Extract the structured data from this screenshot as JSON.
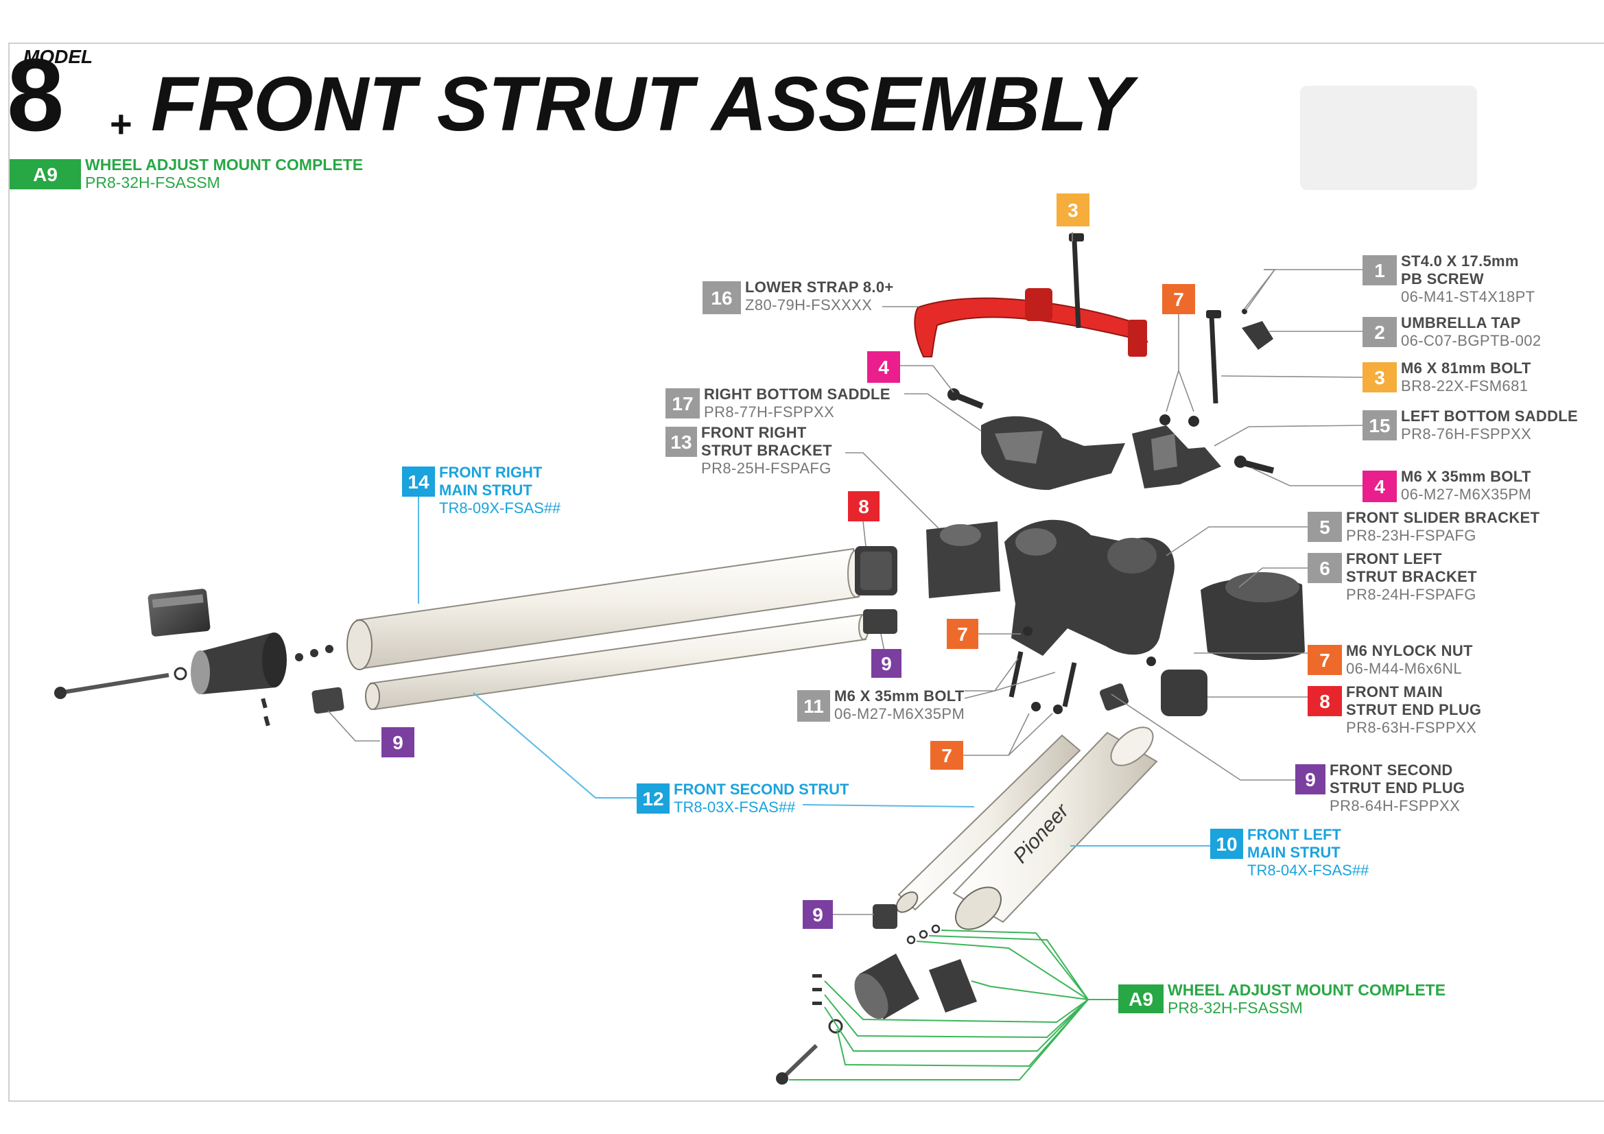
{
  "header": {
    "model_label": "MODEL",
    "model_number": "8",
    "model_plus": "+",
    "title": "FRONT STRUT ASSEMBLY"
  },
  "colors": {
    "gray_badge": "#9b9b9b",
    "orange_badge": "#f08a2c",
    "yellow_badge": "#f6ad3c",
    "red_orange_badge": "#ee6a2b",
    "magenta_badge": "#ea1e8c",
    "red_badge": "#e8252d",
    "purple_badge": "#7b3fa0",
    "blue_badge": "#1aa3dd",
    "green_badge": "#28a745",
    "strap_red": "#e52b27"
  },
  "callouts": {
    "a9_top": {
      "badge": "A9",
      "name": "WHEEL ADJUST MOUNT COMPLETE",
      "code": "PR8-32H-FSASSM"
    },
    "a9_bottom": {
      "badge": "A9",
      "name": "WHEEL ADJUST MOUNT COMPLETE",
      "code": "PR8-32H-FSASSM"
    },
    "p1": {
      "badge": "1",
      "line1": "ST4.0 X 17.5mm",
      "line2": "PB SCREW",
      "code": "06-M41-ST4X18PT"
    },
    "p2": {
      "badge": "2",
      "line1": "UMBRELLA TAP",
      "code": "06-C07-BGPTB-002"
    },
    "p3_right": {
      "badge": "3",
      "line1": "M6 X 81mm BOLT",
      "code": "BR8-22X-FSM681"
    },
    "p3_top": {
      "badge": "3"
    },
    "p4_right": {
      "badge": "4",
      "line1": "M6 X 35mm BOLT",
      "code": "06-M27-M6X35PM"
    },
    "p4_left": {
      "badge": "4"
    },
    "p5": {
      "badge": "5",
      "line1": "FRONT SLIDER BRACKET",
      "code": "PR8-23H-FSPAFG"
    },
    "p6": {
      "badge": "6",
      "line1": "FRONT LEFT",
      "line2": "STRUT BRACKET",
      "code": "PR8-24H-FSPAFG"
    },
    "p7_nut": {
      "badge": "7",
      "line1": "M6 NYLOCK NUT",
      "code": "06-M44-M6x6NL"
    },
    "p7_top": {
      "badge": "7"
    },
    "p7_mid": {
      "badge": "7"
    },
    "p7_low": {
      "badge": "7"
    },
    "p8_right": {
      "badge": "8",
      "line1": "FRONT MAIN",
      "line2": "STRUT END PLUG",
      "code": "PR8-63H-FSPPXX"
    },
    "p8_top": {
      "badge": "8"
    },
    "p9_right": {
      "badge": "9",
      "line1": "FRONT SECOND",
      "line2": "STRUT END PLUG",
      "code": "PR8-64H-FSPPXX"
    },
    "p9_a": {
      "badge": "9"
    },
    "p9_b": {
      "badge": "9"
    },
    "p9_c": {
      "badge": "9"
    },
    "p10": {
      "badge": "10",
      "line1": "FRONT LEFT",
      "line2": "MAIN STRUT",
      "code": "TR8-04X-FSAS##"
    },
    "p11": {
      "badge": "11",
      "line1": "M6 X 35mm BOLT",
      "code": "06-M27-M6X35PM"
    },
    "p12": {
      "badge": "12",
      "line1": "FRONT SECOND STRUT",
      "code": "TR8-03X-FSAS##"
    },
    "p13": {
      "badge": "13",
      "line1": "FRONT RIGHT",
      "line2": "STRUT BRACKET",
      "code": "PR8-25H-FSPAFG"
    },
    "p14": {
      "badge": "14",
      "line1": "FRONT RIGHT",
      "line2": "MAIN STRUT",
      "code": "TR8-09X-FSAS##"
    },
    "p15": {
      "badge": "15",
      "line1": "LEFT BOTTOM SADDLE",
      "code": "PR8-76H-FSPPXX"
    },
    "p16": {
      "badge": "16",
      "line1": "LOWER STRAP 8.0+",
      "code": "Z80-79H-FSXXXX"
    },
    "p17": {
      "badge": "17",
      "line1": "RIGHT BOTTOM SADDLE",
      "code": "PR8-77H-FSPPXX"
    }
  }
}
